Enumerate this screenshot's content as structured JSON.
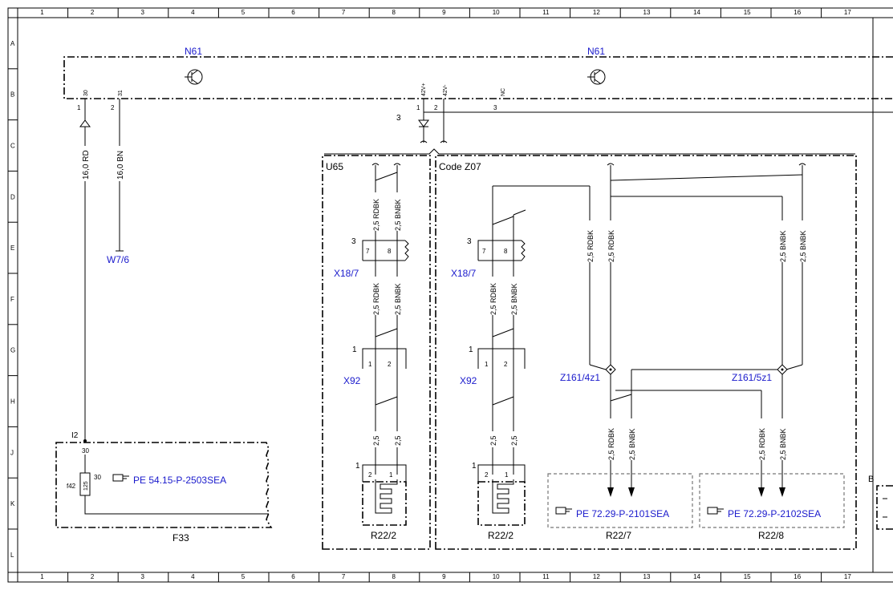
{
  "grid": {
    "cols": [
      "1",
      "2",
      "3",
      "4",
      "5",
      "6",
      "7",
      "8",
      "9",
      "10",
      "11",
      "12",
      "13",
      "14",
      "15",
      "16",
      "17"
    ],
    "rows": [
      "A",
      "B",
      "C",
      "D",
      "E",
      "F",
      "G",
      "H",
      "J",
      "K",
      "L"
    ]
  },
  "labels": {
    "n61_left": "N61",
    "n61_right": "N61",
    "pin_30": "30",
    "pin_31": "31",
    "pin_42vp": "42V+",
    "pin_42vm": "42V-",
    "pin_nc": "NC",
    "num_1": "1",
    "num_2": "2",
    "num_3": "3",
    "num_7": "7",
    "num_8": "8",
    "wire_16rd": "16,0 RD",
    "wire_16bn": "16,0 BN",
    "w7_6": "W7/6",
    "u65": "U65",
    "code_z07": "Code Z07",
    "wire_25rdbk": "2,5 RDBK",
    "wire_25bnbk": "2,5 BNBK",
    "wire_25": "2,5",
    "x18_7": "X18/7",
    "x92": "X92",
    "r22_2": "R22/2",
    "z161_4z1": "Z161/4z1",
    "z161_5z1": "Z161/5z1",
    "r22_7": "R22/7",
    "r22_8": "R22/8",
    "i2": "I2",
    "f42": "f42",
    "fuse_125": "125",
    "f33": "F33",
    "ref_f33": "PE 54.15-P-2503SEA",
    "ref_r22_7": "PE 72.29-P-2101SEA",
    "ref_r22_8": "PE 72.29-P-2102SEA",
    "b": "B"
  },
  "icons": {
    "reference": "pointing-hand-icon",
    "transistor": "transistor-icon"
  }
}
